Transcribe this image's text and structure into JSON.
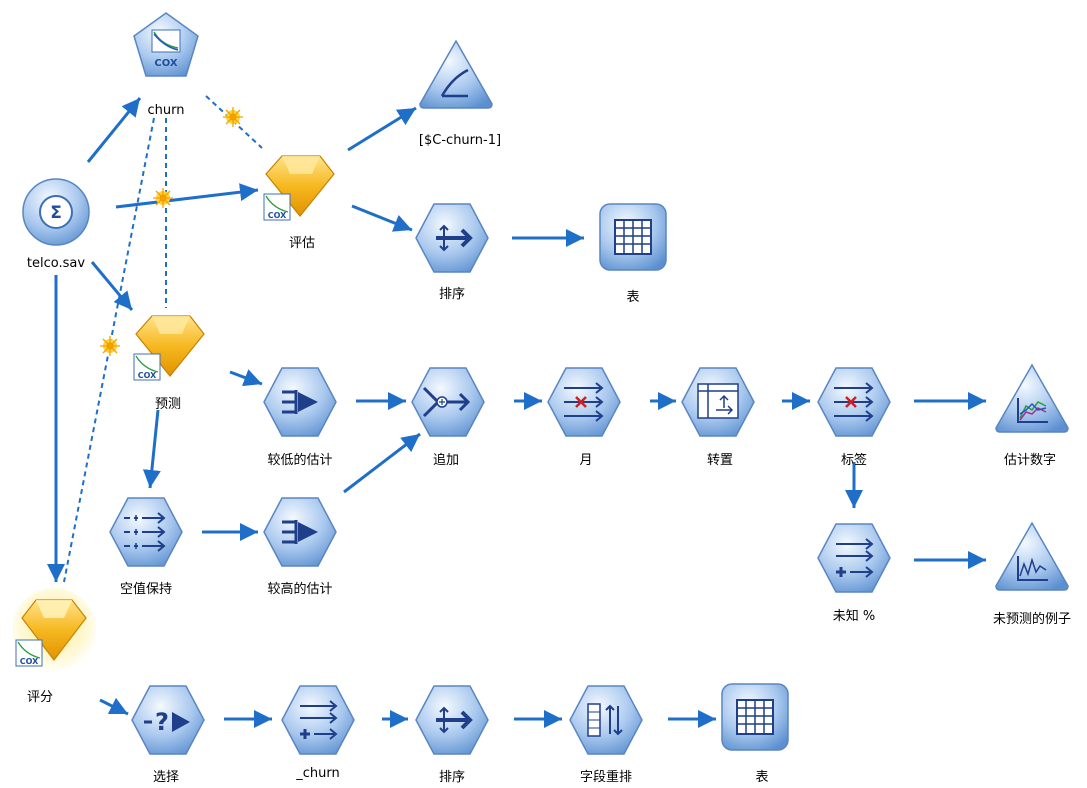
{
  "canvas": {
    "background": "#ffffff",
    "link_color": "#1f6fc8"
  },
  "nodes": {
    "telco_source": {
      "label": "telco.sav",
      "kind": "source",
      "icon": "sigma-icon"
    },
    "churn_model": {
      "label": "churn",
      "kind": "model-builder",
      "icon": "cox-icon"
    },
    "chart_top": {
      "label": "[$C-churn-1]",
      "kind": "graph",
      "icon": "curve-icon"
    },
    "estimate_nugget": {
      "label": "评估",
      "kind": "model-nugget",
      "icon": "cox-icon"
    },
    "sort_top": {
      "label": "排序",
      "kind": "record-op",
      "icon": "sort-icon"
    },
    "table_top": {
      "label": "表",
      "kind": "output",
      "icon": "table-icon"
    },
    "predict_nugget": {
      "label": "预测",
      "kind": "model-nugget",
      "icon": "cox-icon"
    },
    "lower_estimate": {
      "label": "较低的估计",
      "kind": "field-op",
      "icon": "filter-icon"
    },
    "append": {
      "label": "追加",
      "kind": "record-op",
      "icon": "append-icon"
    },
    "month": {
      "label": "月",
      "kind": "field-op",
      "icon": "filter-cross-icon"
    },
    "transpose": {
      "label": "转置",
      "kind": "field-op",
      "icon": "transpose-icon"
    },
    "labels": {
      "label": "标签",
      "kind": "field-op",
      "icon": "filter-cross-icon"
    },
    "estimated_count": {
      "label": "估计数字",
      "kind": "graph",
      "icon": "multiplot-icon"
    },
    "null_keep": {
      "label": "空值保持",
      "kind": "field-op",
      "icon": "fields-icon"
    },
    "higher_estimate": {
      "label": "较高的估计",
      "kind": "field-op",
      "icon": "filter-icon"
    },
    "unknown_pct": {
      "label": "未知 %",
      "kind": "field-op",
      "icon": "derive-icon"
    },
    "unpredicted_cases": {
      "label": "未预测的例子",
      "kind": "graph",
      "icon": "plot-icon"
    },
    "score_nugget": {
      "label": "评分",
      "kind": "model-nugget",
      "icon": "cox-icon"
    },
    "select": {
      "label": "选择",
      "kind": "record-op",
      "icon": "select-icon"
    },
    "derive_churn": {
      "label": "_churn",
      "kind": "field-op",
      "icon": "derive-icon"
    },
    "sort_bottom": {
      "label": "排序",
      "kind": "record-op",
      "icon": "sort-icon"
    },
    "field_reorder": {
      "label": "字段重排",
      "kind": "field-op",
      "icon": "reorder-icon"
    },
    "table_bottom": {
      "label": "表",
      "kind": "output",
      "icon": "table-icon"
    }
  },
  "links": [
    {
      "from": "telco_source",
      "to": "churn_model"
    },
    {
      "from": "telco_source",
      "to": "estimate_nugget"
    },
    {
      "from": "telco_source",
      "to": "predict_nugget"
    },
    {
      "from": "telco_source",
      "to": "score_nugget"
    },
    {
      "from": "estimate_nugget",
      "to": "chart_top"
    },
    {
      "from": "estimate_nugget",
      "to": "sort_top"
    },
    {
      "from": "sort_top",
      "to": "table_top"
    },
    {
      "from": "predict_nugget",
      "to": "lower_estimate"
    },
    {
      "from": "predict_nugget",
      "to": "null_keep"
    },
    {
      "from": "null_keep",
      "to": "higher_estimate"
    },
    {
      "from": "lower_estimate",
      "to": "append"
    },
    {
      "from": "higher_estimate",
      "to": "append"
    },
    {
      "from": "append",
      "to": "month"
    },
    {
      "from": "month",
      "to": "transpose"
    },
    {
      "from": "transpose",
      "to": "labels"
    },
    {
      "from": "labels",
      "to": "estimated_count"
    },
    {
      "from": "labels",
      "to": "unknown_pct"
    },
    {
      "from": "unknown_pct",
      "to": "unpredicted_cases"
    },
    {
      "from": "score_nugget",
      "to": "select"
    },
    {
      "from": "select",
      "to": "derive_churn"
    },
    {
      "from": "derive_churn",
      "to": "sort_bottom"
    },
    {
      "from": "sort_bottom",
      "to": "field_reorder"
    },
    {
      "from": "field_reorder",
      "to": "table_bottom"
    }
  ],
  "model_links": [
    {
      "from": "churn_model",
      "to": "estimate_nugget"
    },
    {
      "from": "churn_model",
      "to": "predict_nugget"
    },
    {
      "from": "churn_model",
      "to": "score_nugget"
    }
  ]
}
